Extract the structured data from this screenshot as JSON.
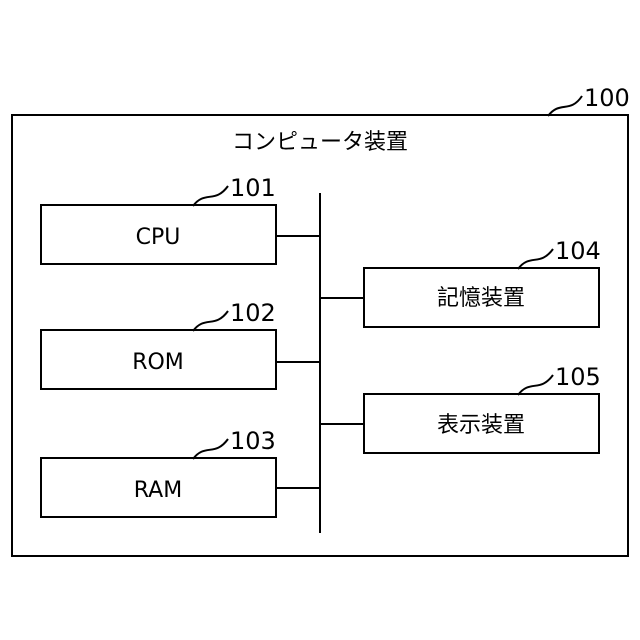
{
  "system": {
    "title": "コンピュータ装置",
    "ref": "100"
  },
  "components": {
    "cpu": {
      "label": "CPU",
      "ref": "101"
    },
    "rom": {
      "label": "ROM",
      "ref": "102"
    },
    "ram": {
      "label": "RAM",
      "ref": "103"
    },
    "storage": {
      "label": "記憶装置",
      "ref": "104"
    },
    "display": {
      "label": "表示装置",
      "ref": "105"
    }
  }
}
